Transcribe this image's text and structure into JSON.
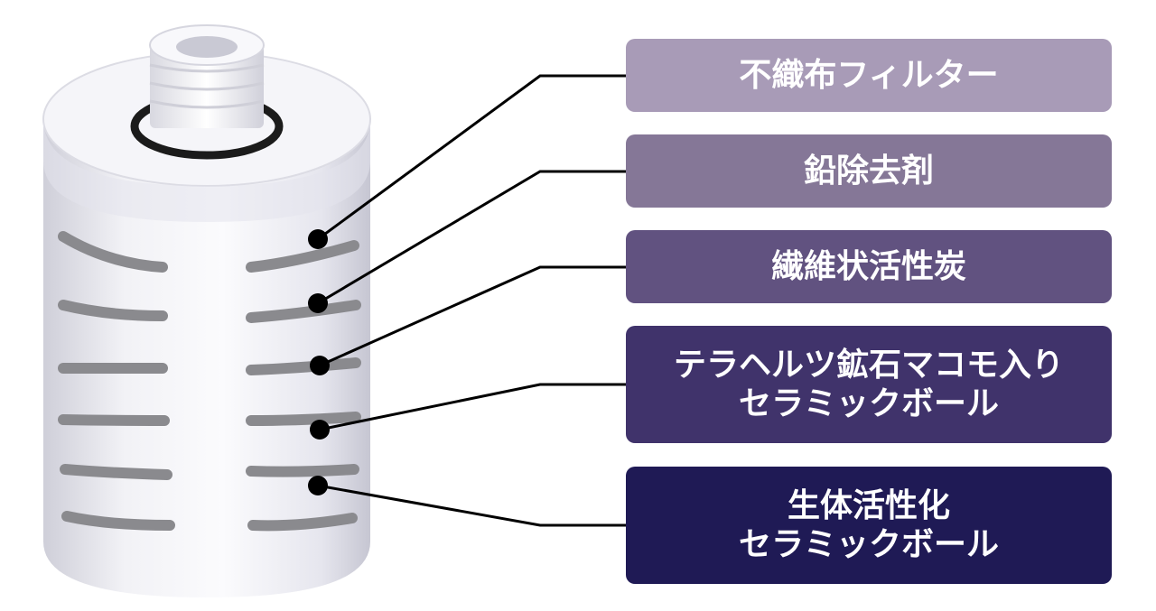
{
  "labels": [
    {
      "lines": [
        "不織布フィルター"
      ],
      "color": "#a89bb7"
    },
    {
      "lines": [
        "鉛除去剤"
      ],
      "color": "#857797"
    },
    {
      "lines": [
        "繊維状活性炭"
      ],
      "color": "#615280"
    },
    {
      "lines": [
        "テラヘルツ鉱石マコモ入り",
        "セラミックボール"
      ],
      "color": "#40336b"
    },
    {
      "lines": [
        "生体活性化",
        "セラミックボール"
      ],
      "color": "#1f1a55"
    }
  ],
  "colors": {
    "cartridge_body": "#ebebf1",
    "cartridge_top": "#f4f4f8",
    "slot": "#8a8a8e",
    "o_ring": "#1b1b1b",
    "leader_line": "#000000"
  }
}
